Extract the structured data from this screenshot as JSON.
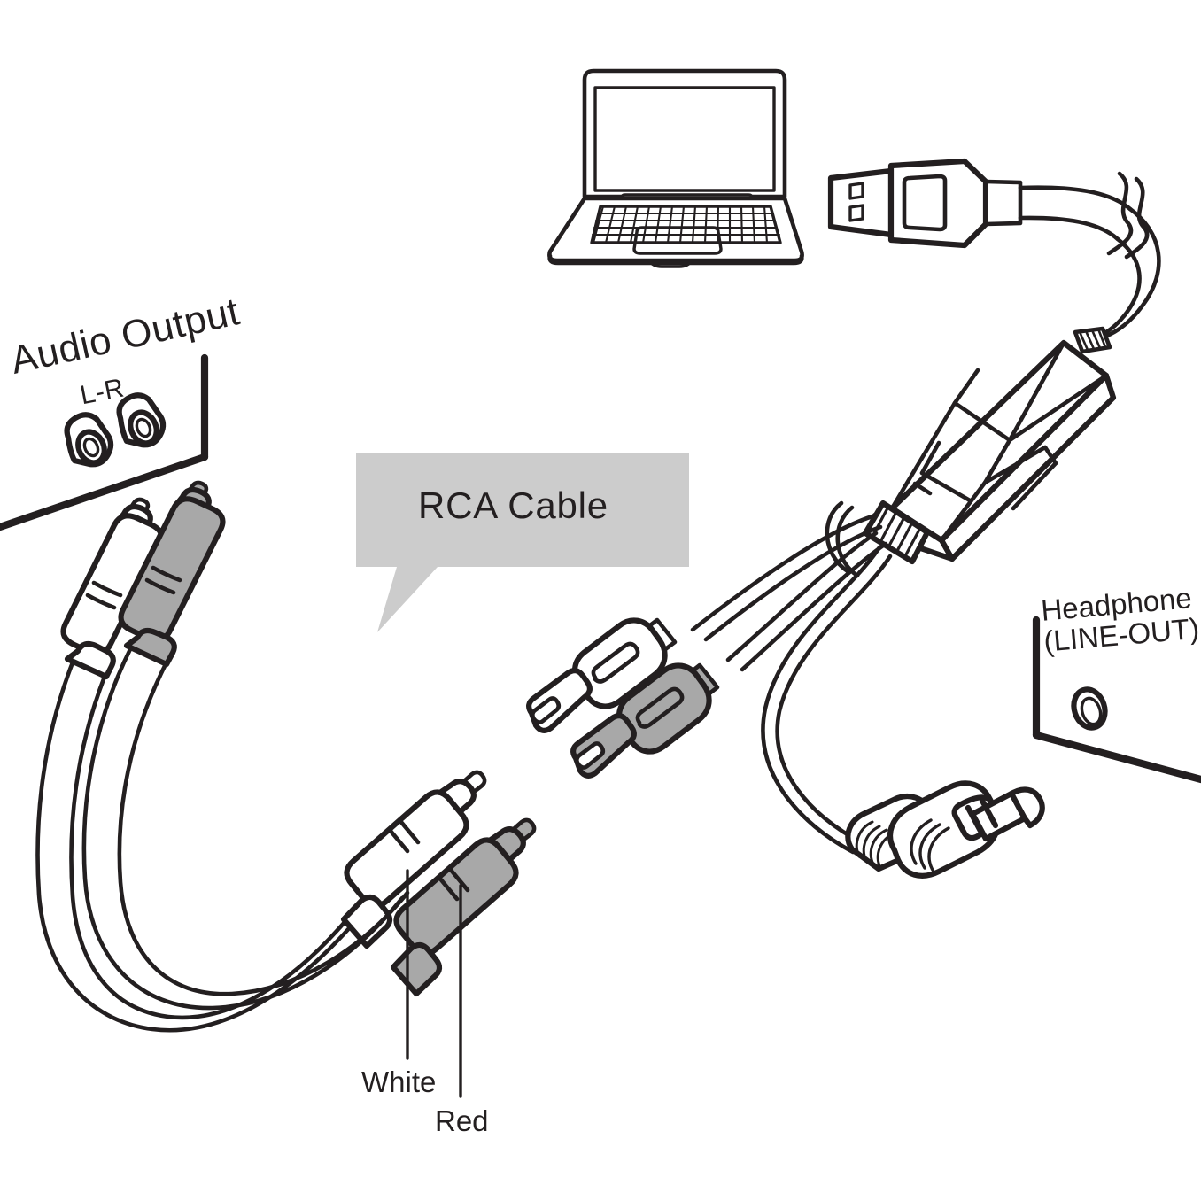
{
  "diagram": {
    "title_text_present": false,
    "background_color": "#ffffff",
    "line_color": "#231f20",
    "callout_fill": "#cccccc",
    "plug_gray_fill": "#a8a8a8"
  },
  "labels": {
    "audio_output": "Audio Output",
    "audio_output_channels": "L-R",
    "headphone_line1": "Headphone",
    "headphone_line2": "(LINE-OUT)",
    "rca_cable": "RCA Cable",
    "white": "White",
    "red": "Red"
  },
  "components": {
    "laptop": "laptop-computer",
    "usb_plug": "usb-a-plug",
    "capture_device": "usb-audio-capture-adapter",
    "rca_plug_white": "rca-plug-white",
    "rca_plug_red": "rca-plug-red",
    "rca_jack_white": "rca-jack-white",
    "rca_jack_red": "rca-jack-red",
    "trs_plug": "3.5mm-trs-plug",
    "audio_output_panel": "audio-output-panel",
    "headphone_panel": "headphone-line-out-panel",
    "audio_output_socket_left": "rca-socket-left",
    "audio_output_socket_right": "rca-socket-right",
    "headphone_socket": "headphone-socket"
  }
}
